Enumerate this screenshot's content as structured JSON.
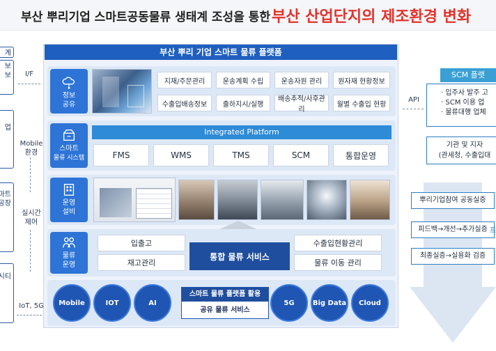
{
  "title": {
    "main": "부산 뿌리기업 스마트공동물류 생태계 조성을 통한",
    "highlight": "부산 산업단지의 제조환경 변화"
  },
  "platform": {
    "header": "부산 뿌리 기업 스마트 물류 플랫폼",
    "rows": [
      {
        "label": [
          "정보",
          "공유"
        ],
        "icon": "cloud-network-icon",
        "items": [
          "지재/주문관리",
          "운송계획 수립",
          "운송자원 관리",
          "원자재 현황정보",
          "수출입배송정보",
          "출하지시/실행",
          "배송추적/사후관리",
          "월별 수출입 현황"
        ]
      },
      {
        "label": [
          "스마트",
          "물류 시스템"
        ],
        "icon": "smart-system-icon",
        "banner": "Integrated Platform",
        "items": [
          "FMS",
          "WMS",
          "TMS",
          "SCM",
          "통합운영"
        ]
      },
      {
        "label": [
          "운영",
          "설비"
        ],
        "icon": "building-icon"
      },
      {
        "label": [
          "물류",
          "운영"
        ],
        "icon": "team-icon",
        "items": [
          "입출고",
          "수출입현황관리",
          "재고관리",
          "물류 이동 관리"
        ],
        "center": "통합 물류 서비스"
      }
    ],
    "tech": {
      "left": [
        "Mobile",
        "IOT",
        "AI"
      ],
      "right": [
        "5G",
        "Big Data",
        "Cloud"
      ],
      "center_top": "스마트 물류 플랫폼 활용",
      "center_bottom": "공유 물류 서비스"
    }
  },
  "left_side": {
    "box_texts": [
      "계",
      "보\n보",
      "업",
      "마트\n공장",
      "시티"
    ],
    "labels": [
      "I/F",
      "Mobile\n환경",
      "실시간\n제어",
      "IoT, 5G"
    ]
  },
  "right_side": {
    "api_label": "API",
    "scm_header": "SCM 플랫",
    "scm_items": [
      "· 입주사 발주 고",
      "· SCM 이용 업",
      "· 물류대행 업체"
    ],
    "gov_box": "기관 및 지자\n(관세청, 수출입대",
    "steps": [
      "뿌리기업참여 공동실증",
      "피드백→개선→추가실증",
      "최종실증→실용화 검증"
    ],
    "side_text": "프로"
  },
  "colors": {
    "header_blue": "#1f5fbf",
    "label_blue": "#2d74d6",
    "integrated_blue": "#2e8bd8",
    "dark_blue": "#1f4e9e",
    "title_red": "#e2332b",
    "scm_blue": "#3aa0d4"
  }
}
